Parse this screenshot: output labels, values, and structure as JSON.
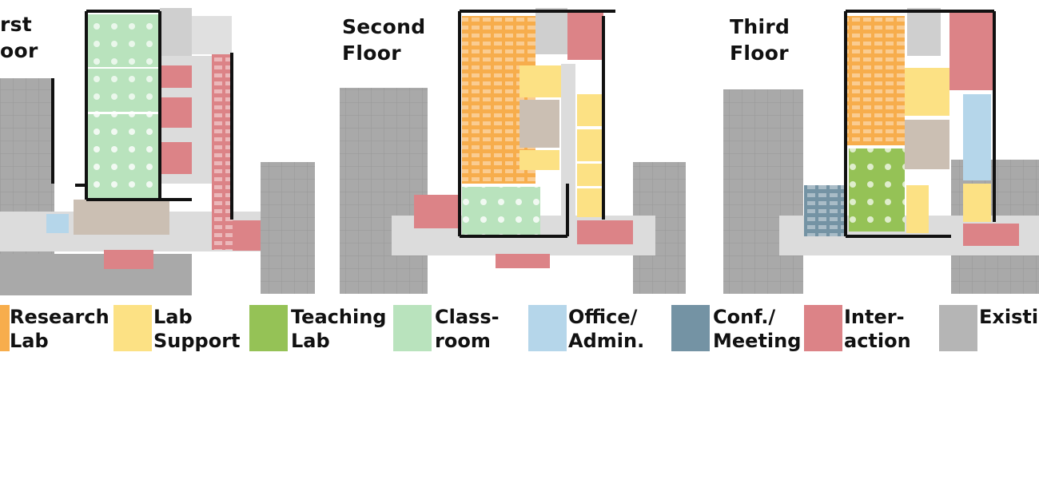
{
  "floors": [
    {
      "title": "rst\noor"
    },
    {
      "title": "Second\nFloor"
    },
    {
      "title": "Third\nFloor"
    }
  ],
  "legend": [
    {
      "label": "Research\nLab",
      "color": "#f7ad4c"
    },
    {
      "label": "Lab\nSupport",
      "color": "#fce184"
    },
    {
      "label": "Teaching\nLab",
      "color": "#95c256"
    },
    {
      "label": "Class-\nroom",
      "color": "#b9e3bd"
    },
    {
      "label": "Office/\nAdmin.",
      "color": "#b5d6ea"
    },
    {
      "label": "Conf./\nMeeting",
      "color": "#7493a4"
    },
    {
      "label": "Inter-\naction",
      "color": "#dc8387"
    },
    {
      "label": "Existin",
      "color": "#b5b5b5"
    }
  ],
  "colors": {
    "existing_dark": "#a8a8a8",
    "corridor": "#dadada",
    "wall": "#111111",
    "restroom": "#cbbfb3"
  }
}
